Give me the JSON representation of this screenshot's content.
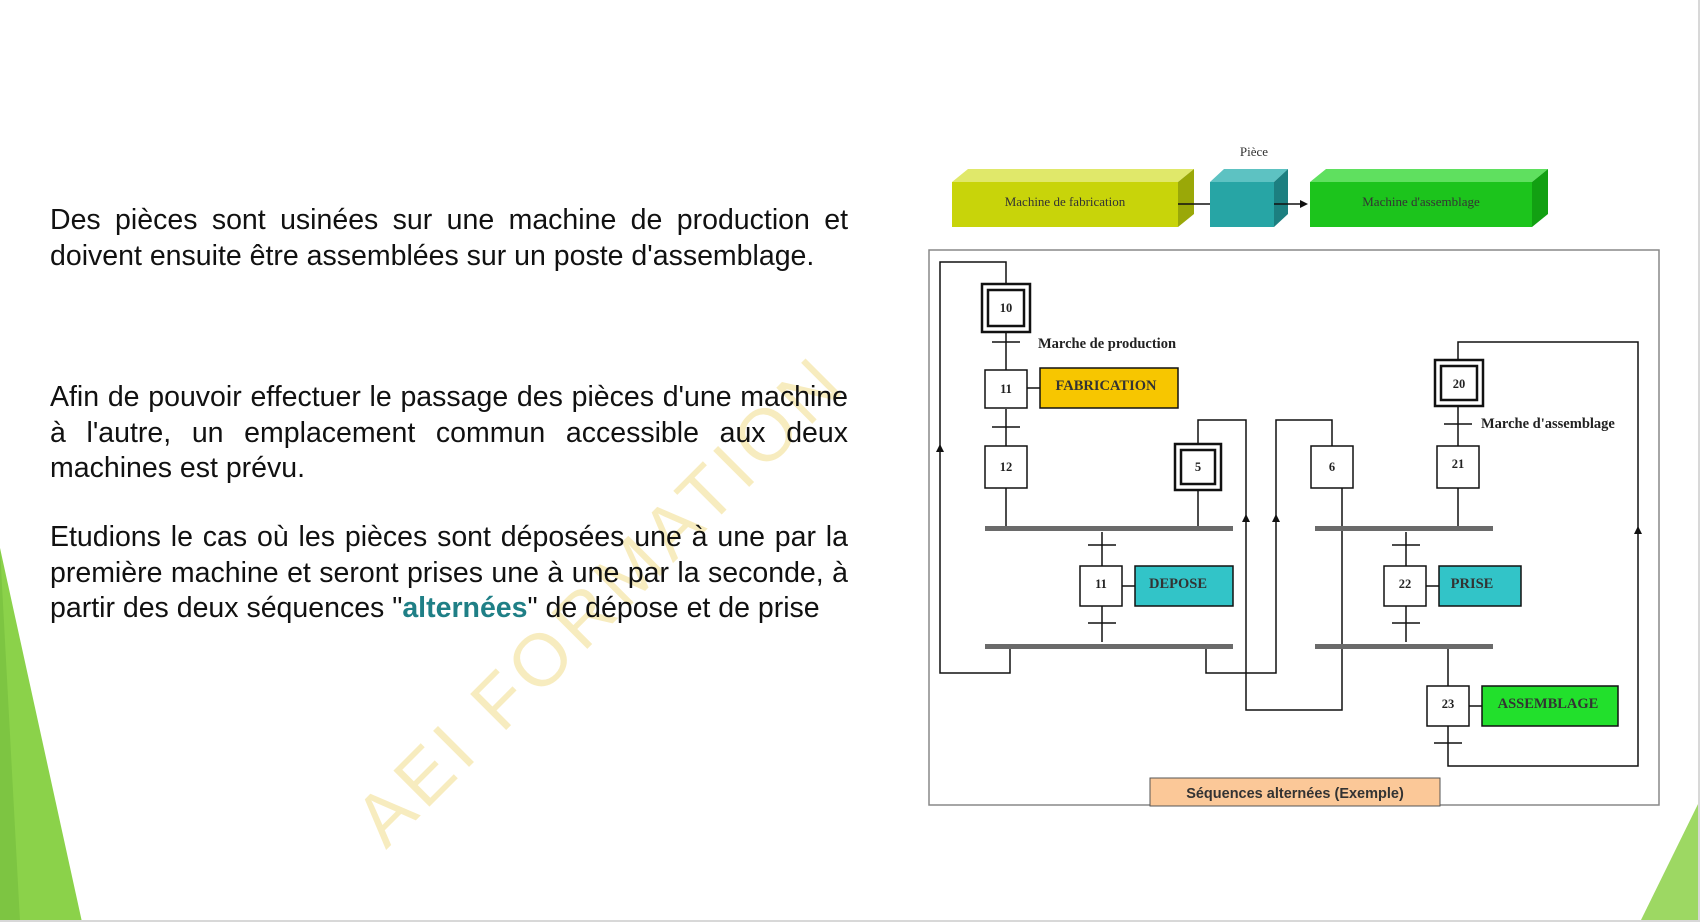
{
  "paragraphs": {
    "p1": "Des pièces sont usinées sur une machine de production et doivent ensuite être assemblées sur un poste d'assemblage.",
    "p2": "Afin de pouvoir effectuer le passage des pièces d'une machine à l'autre, un emplacement commun accessible aux deux machines est prévu.",
    "p3_before": "Etudions le cas où les pièces sont déposées une à une par la première machine et seront prises une à une par la seconde, à partir des deux séquences \"",
    "p3_highlight": "alternées",
    "p3_after": "\" de dépose et de prise"
  },
  "watermark": "AEI FORMATION",
  "diagram": {
    "piece_label": "Pièce",
    "machine_fabrication": "Machine de fabrication",
    "machine_assemblage": "Machine d'assemblage",
    "steps": {
      "s10": "10",
      "s11": "11",
      "s12": "12",
      "s5": "5",
      "s6": "6",
      "s20": "20",
      "s21": "21",
      "s11b": "11",
      "s22": "22",
      "s23": "23"
    },
    "conditions": {
      "marche_production": "Marche de production",
      "marche_assemblage": "Marche d'assemblage"
    },
    "actions": {
      "fabrication": "FABRICATION",
      "depose": "DEPOSE",
      "prise": "PRISE",
      "assemblage": "ASSEMBLAGE"
    },
    "caption": "Séquences alternées (Exemple)"
  },
  "colors": {
    "fabrication": "#f7c600",
    "depose": "#32c4c8",
    "prise": "#32c4c8",
    "assemblage": "#22e02c",
    "caption": "#fbc898",
    "machine_fabrication": "#c8d40a",
    "piece": "#27a5a5",
    "machine_assemblage": "#1cc41c",
    "accent_green": "#8bd24a",
    "highlight_text": "#1f7f86"
  }
}
